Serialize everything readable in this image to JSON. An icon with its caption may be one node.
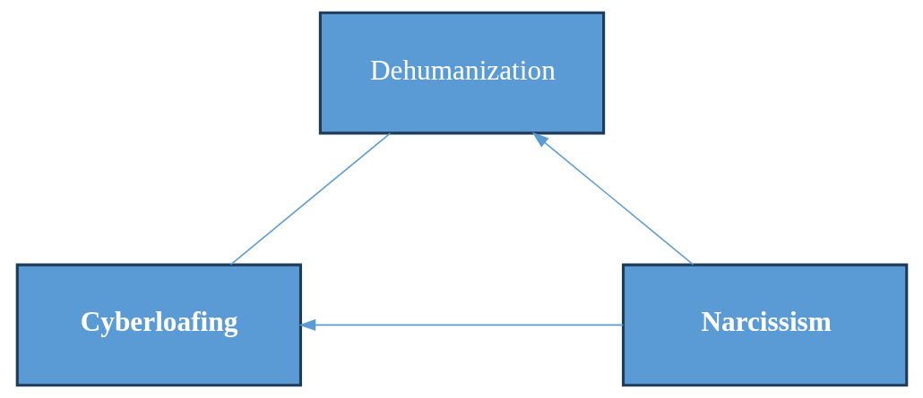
{
  "diagram": {
    "nodes": [
      {
        "text": [
          "Dehumanization"
        ]
      },
      {
        "text": [
          "Narcissism"
        ]
      },
      {
        "text": [
          "Cyberloafing"
        ]
      }
    ],
    "edges": [
      {
        "from": 1,
        "to": 0,
        "arrow": "to"
      },
      {
        "from": 0,
        "to": 2,
        "arrow": "none"
      },
      {
        "from": 1,
        "to": 2,
        "arrow": "to"
      }
    ]
  }
}
